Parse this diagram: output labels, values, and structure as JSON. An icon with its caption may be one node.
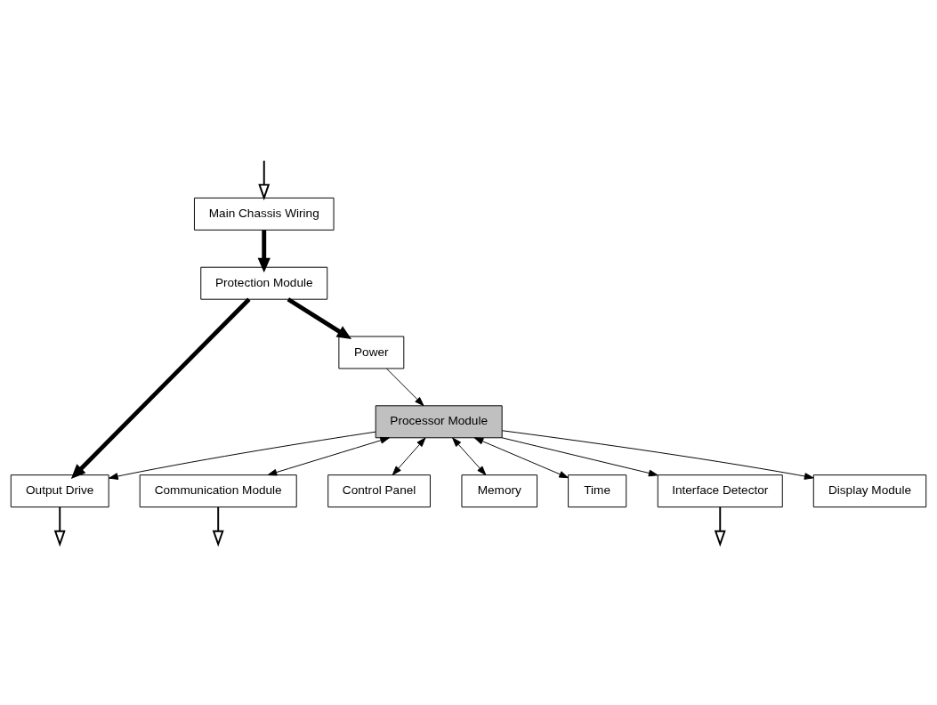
{
  "diagram": {
    "nodes": [
      {
        "text": [
          "Power"
        ]
      },
      {
        "text": [
          "Protection Module"
        ]
      },
      {
        "text": [
          "Main Chassis Wiring"
        ]
      },
      {
        "text": [
          "Display Module"
        ]
      },
      {
        "text": [
          "Communication Module"
        ]
      },
      {
        "text": [
          "Processor Module"
        ]
      },
      {
        "text": [
          "Output Drive"
        ]
      },
      {
        "text": [
          "Control Panel"
        ]
      },
      {
        "text": [
          "Memory"
        ]
      },
      {
        "text": [
          "Time"
        ]
      },
      {
        "text": [
          "Interface Detector"
        ]
      }
    ],
    "edges": [
      {
        "from": null,
        "to": 2,
        "arrow": "to"
      },
      {
        "from": 2,
        "to": 1,
        "arrow": "to",
        "style": "thick"
      },
      {
        "from": 1,
        "to": 0,
        "arrow": "to",
        "style": "thick"
      },
      {
        "from": 0,
        "to": 5,
        "arrow": "to"
      },
      {
        "from": 5,
        "to": 3,
        "arrow": "to"
      },
      {
        "from": 5,
        "to": 4,
        "arrow": "both"
      },
      {
        "from": 4,
        "to": null,
        "arrow": "to"
      },
      {
        "from": 5,
        "to": 6,
        "arrow": "to"
      },
      {
        "from": 6,
        "to": null,
        "arrow": "to"
      },
      {
        "from": 5,
        "to": 7,
        "arrow": "both"
      },
      {
        "from": 5,
        "to": 8,
        "arrow": "both"
      },
      {
        "from": 5,
        "to": 9,
        "arrow": "both"
      },
      {
        "from": 5,
        "to": 10,
        "arrow": "to"
      },
      {
        "from": 10,
        "to": null,
        "arrow": "to"
      },
      {
        "from": 1,
        "to": 6,
        "arrow": "to",
        "style": "thick"
      }
    ]
  }
}
